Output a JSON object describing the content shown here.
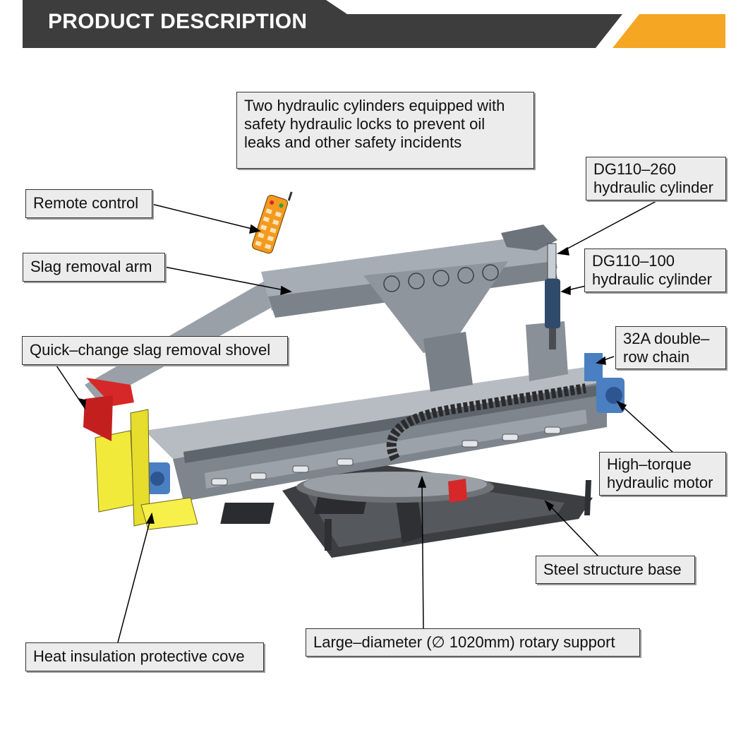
{
  "header": {
    "title": "PRODUCT DESCRIPTION"
  },
  "callouts": {
    "cylinders_note": "Two hydraulic cylinders equipped with\nsafety hydraulic locks to prevent oil\nleaks and other safety incidents",
    "remote_control": "Remote control",
    "slag_removal_arm": "Slag removal arm",
    "quick_change_shovel": "Quick–change slag removal shovel",
    "dg110_260": "DG110–260\nhydraulic cylinder",
    "dg110_100": "DG110–100\nhydraulic cylinder",
    "chain": "32A double–\nrow chain",
    "motor": "High–torque\nhydraulic motor",
    "steel_base": "Steel structure base",
    "rotary_support": "Large–diameter (∅ 1020mm) rotary support",
    "heat_cover": "Heat insulation protective cove"
  },
  "colors": {
    "header_bg": "#3d3d3d",
    "header_accent": "#f5a623",
    "machine_steel": "#8d939a",
    "machine_dark": "#4a4d52",
    "shovel_red": "#d62828",
    "cover_yellow": "#f2ea3a",
    "cylinder_blue": "#2f4a6b",
    "motor_blue": "#4a7fc1",
    "remote_orange": "#f39a1f"
  }
}
